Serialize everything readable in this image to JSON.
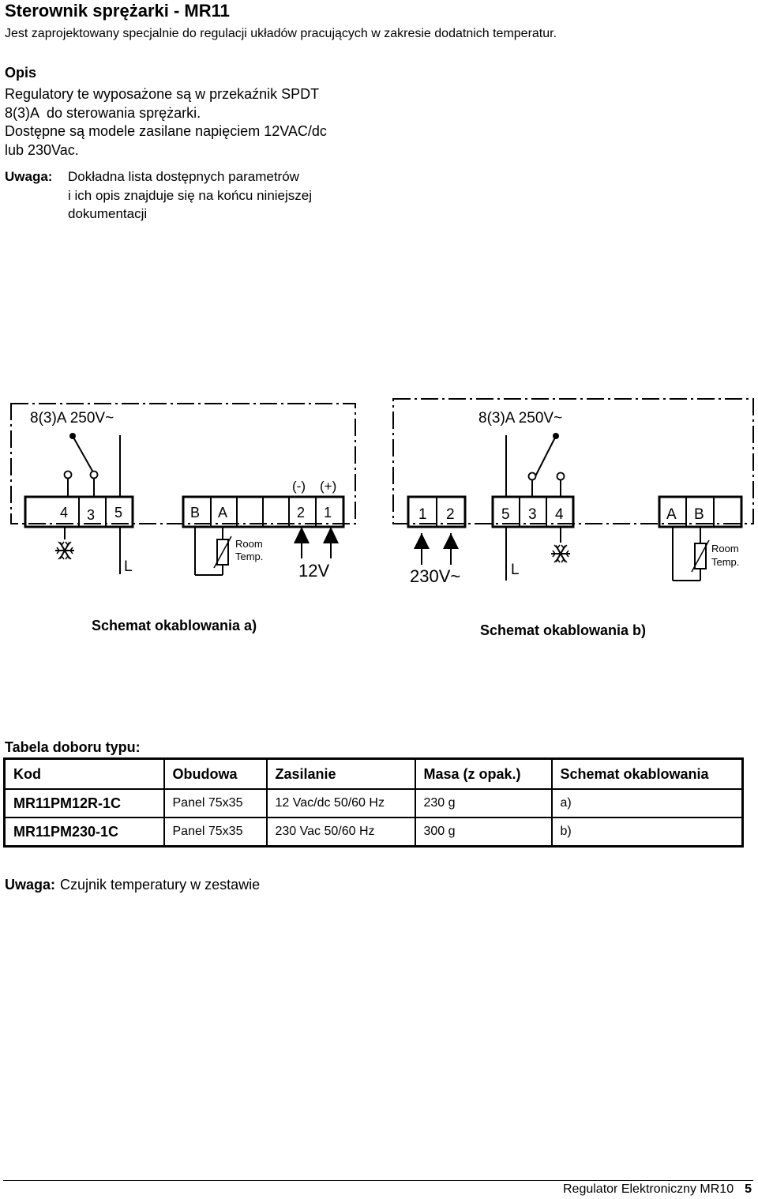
{
  "title": "Sterownik sprężarki - MR11",
  "subtitle": "Jest zaprojektowany specjalnie do regulacji układów pracujących w zakresie dodatnich temperatur.",
  "opis_heading": "Opis",
  "opis_lines": [
    "Regulatory te wyposażone są w przekaźnik SPDT",
    "8(3)A  do sterowania sprężarki.",
    "Dostępne są modele zasilane napięciem 12VAC/dc",
    "lub 230Vac."
  ],
  "note1": {
    "label": "Uwaga:",
    "lines": [
      "Dokładna lista dostępnych parametrów",
      "i ich opis znajduje się na końcu niniejszej",
      "dokumentacji"
    ]
  },
  "diagram_a": {
    "relay_label": "8(3)A 250V~",
    "terminals": [
      "4",
      "3",
      "5",
      "B",
      "A",
      "",
      "2",
      "1"
    ],
    "polarity": [
      "(-)",
      "(+)"
    ],
    "line_label": "L",
    "sensor_label": [
      "Room",
      "Temp."
    ],
    "supply_label": "12V",
    "caption": "Schemat okablowania a)"
  },
  "diagram_b": {
    "relay_label": "8(3)A 250V~",
    "terminals_supply": [
      "1",
      "2"
    ],
    "terminals_relay": [
      "5",
      "3",
      "4"
    ],
    "terminals_sensor": [
      "A",
      "B"
    ],
    "line_label": "L",
    "sensor_label": [
      "Room",
      "Temp."
    ],
    "supply_label": "230V~",
    "caption": "Schemat okablowania b)"
  },
  "table": {
    "title": "Tabela doboru typu:",
    "headers": [
      "Kod",
      "Obudowa",
      "Zasilanie",
      "Masa (z opak.)",
      "Schemat okablowania"
    ],
    "rows": [
      [
        "MR11PM12R-1C",
        "Panel 75x35",
        "12 Vac/dc 50/60 Hz",
        "230 g",
        "a)"
      ],
      [
        "MR11PM230-1C",
        "Panel 75x35",
        "230 Vac 50/60 Hz",
        "300 g",
        "b)"
      ]
    ]
  },
  "note2": {
    "label": "Uwaga:",
    "text": "Czujnik temperatury w zestawie"
  },
  "footer": {
    "text": "Regulator Elektroniczny MR10",
    "page": "5"
  }
}
